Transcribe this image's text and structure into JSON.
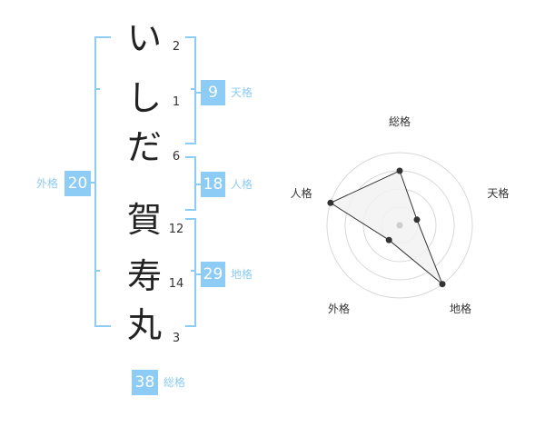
{
  "name": {
    "chars": [
      {
        "char": "い",
        "strokes": "2"
      },
      {
        "char": "し",
        "strokes": "1"
      },
      {
        "char": "だ",
        "strokes": "6"
      },
      {
        "char": "賀",
        "strokes": "12"
      },
      {
        "char": "寿",
        "strokes": "14"
      },
      {
        "char": "丸",
        "strokes": "3"
      }
    ]
  },
  "kaku": {
    "tenkaku": {
      "label": "天格",
      "value": "9"
    },
    "jinkaku": {
      "label": "人格",
      "value": "18"
    },
    "chikaku": {
      "label": "地格",
      "value": "29"
    },
    "gaikaku": {
      "label": "外格",
      "value": "20"
    },
    "soukaku": {
      "label": "総格",
      "value": "38"
    }
  },
  "colors": {
    "accent": "#8dccf5",
    "radar_fill": "#f2f2f2",
    "radar_line": "#333333",
    "grid": "#d8d8d8"
  },
  "chart_data": {
    "type": "radar",
    "axes": [
      "総格",
      "天格",
      "地格",
      "外格",
      "人格"
    ],
    "rings": 4,
    "grid": true,
    "max": 4,
    "values": [
      3,
      1,
      4,
      1,
      4
    ]
  }
}
